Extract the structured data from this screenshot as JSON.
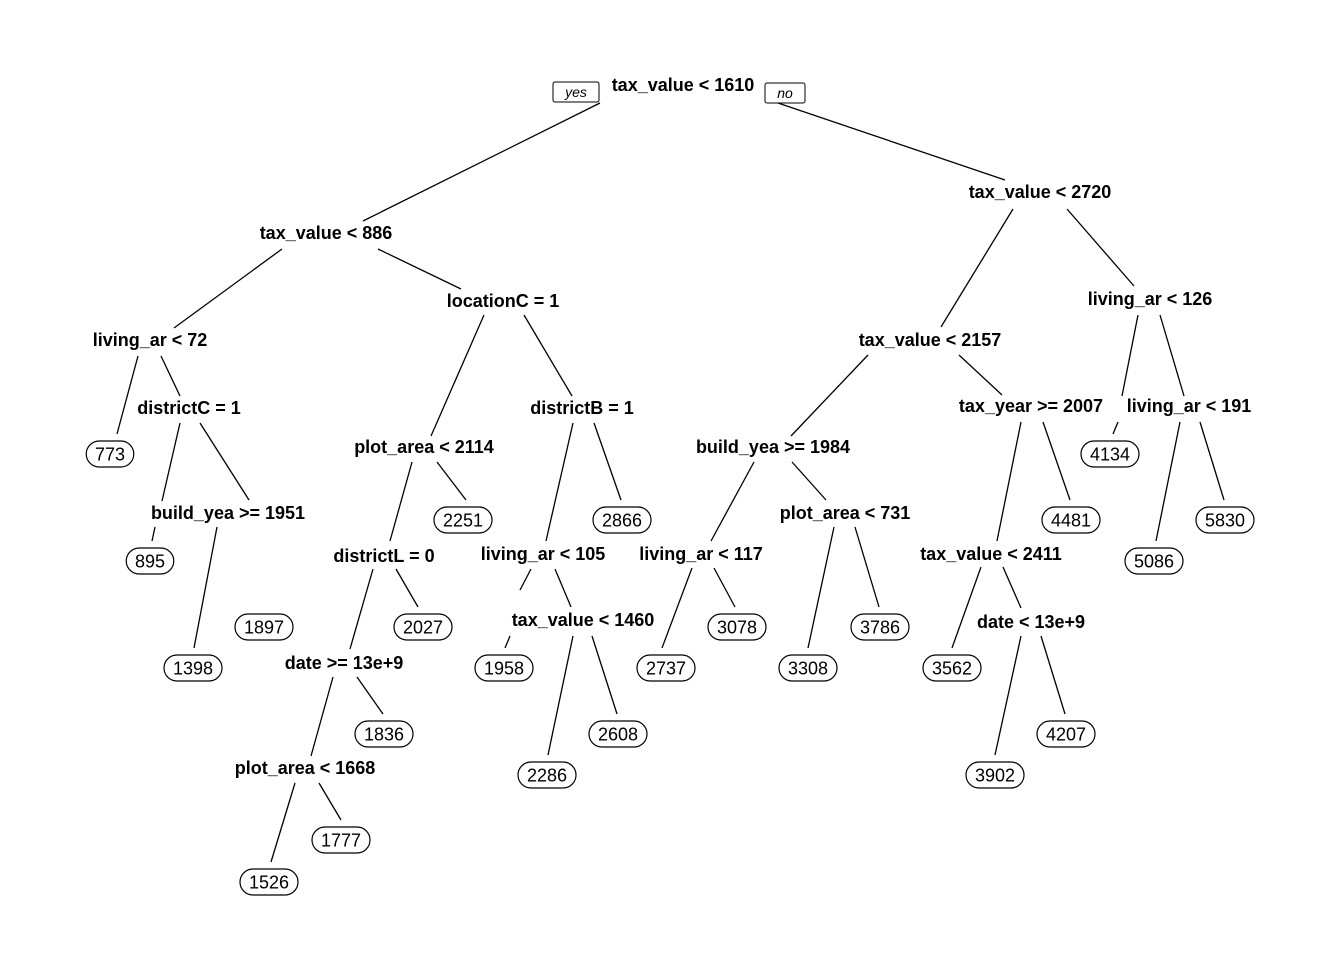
{
  "tree": {
    "branch_labels": {
      "yes": "yes",
      "no": "no"
    },
    "root": {
      "split": "tax_value < 1610",
      "yes": {
        "split": "tax_value < 886",
        "yes": {
          "split": "living_ar < 72",
          "yes": {
            "leaf": "773"
          },
          "no": {
            "split": "districtC = 1",
            "yes": {
              "split": "build_yea >= 1951",
              "yes": {
                "leaf": "895"
              },
              "no": {
                "leaf": "1398"
              }
            },
            "no": {
              "leaf": "1897"
            }
          }
        },
        "no": {
          "split": "locationC = 1",
          "yes": {
            "split": "plot_area < 2114",
            "yes": {
              "split": "districtL = 0",
              "yes": {
                "split": "date >= 13e+9",
                "yes": {
                  "split": "plot_area < 1668",
                  "yes": {
                    "leaf": "1526"
                  },
                  "no": {
                    "leaf": "1777"
                  }
                },
                "no": {
                  "leaf": "1836"
                }
              },
              "no": {
                "leaf": "2027"
              }
            },
            "no": {
              "leaf": "2251"
            }
          },
          "no": {
            "split": "districtB = 1",
            "yes": {
              "split": "living_ar < 105",
              "yes": {
                "leaf": "1958"
              },
              "no": {
                "split": "tax_value < 1460",
                "yes": {
                  "leaf": "2286"
                },
                "no": {
                  "leaf": "2608"
                }
              }
            },
            "no": {
              "leaf": "2866"
            }
          }
        }
      },
      "no": {
        "split": "tax_value < 2720",
        "yes": {
          "split": "tax_value < 2157",
          "yes": {
            "split": "build_yea >= 1984",
            "yes": {
              "split": "living_ar < 117",
              "yes": {
                "leaf": "2737"
              },
              "no": {
                "leaf": "3078"
              }
            },
            "no": {
              "split": "plot_area < 731",
              "yes": {
                "leaf": "3308"
              },
              "no": {
                "leaf": "3786"
              }
            }
          },
          "no": {
            "split": "tax_year >= 2007",
            "yes": {
              "split": "tax_value < 2411",
              "yes": {
                "leaf": "3562"
              },
              "no": {
                "split": "date < 13e+9",
                "yes": {
                  "leaf": "3902"
                },
                "no": {
                  "leaf": "4207"
                }
              }
            },
            "no": {
              "leaf": "4481"
            }
          }
        },
        "no": {
          "split": "living_ar < 126",
          "yes": {
            "leaf": "4134"
          },
          "no": {
            "split": "living_ar < 191",
            "yes": {
              "leaf": "5086"
            },
            "no": {
              "leaf": "5830"
            }
          }
        }
      }
    }
  }
}
